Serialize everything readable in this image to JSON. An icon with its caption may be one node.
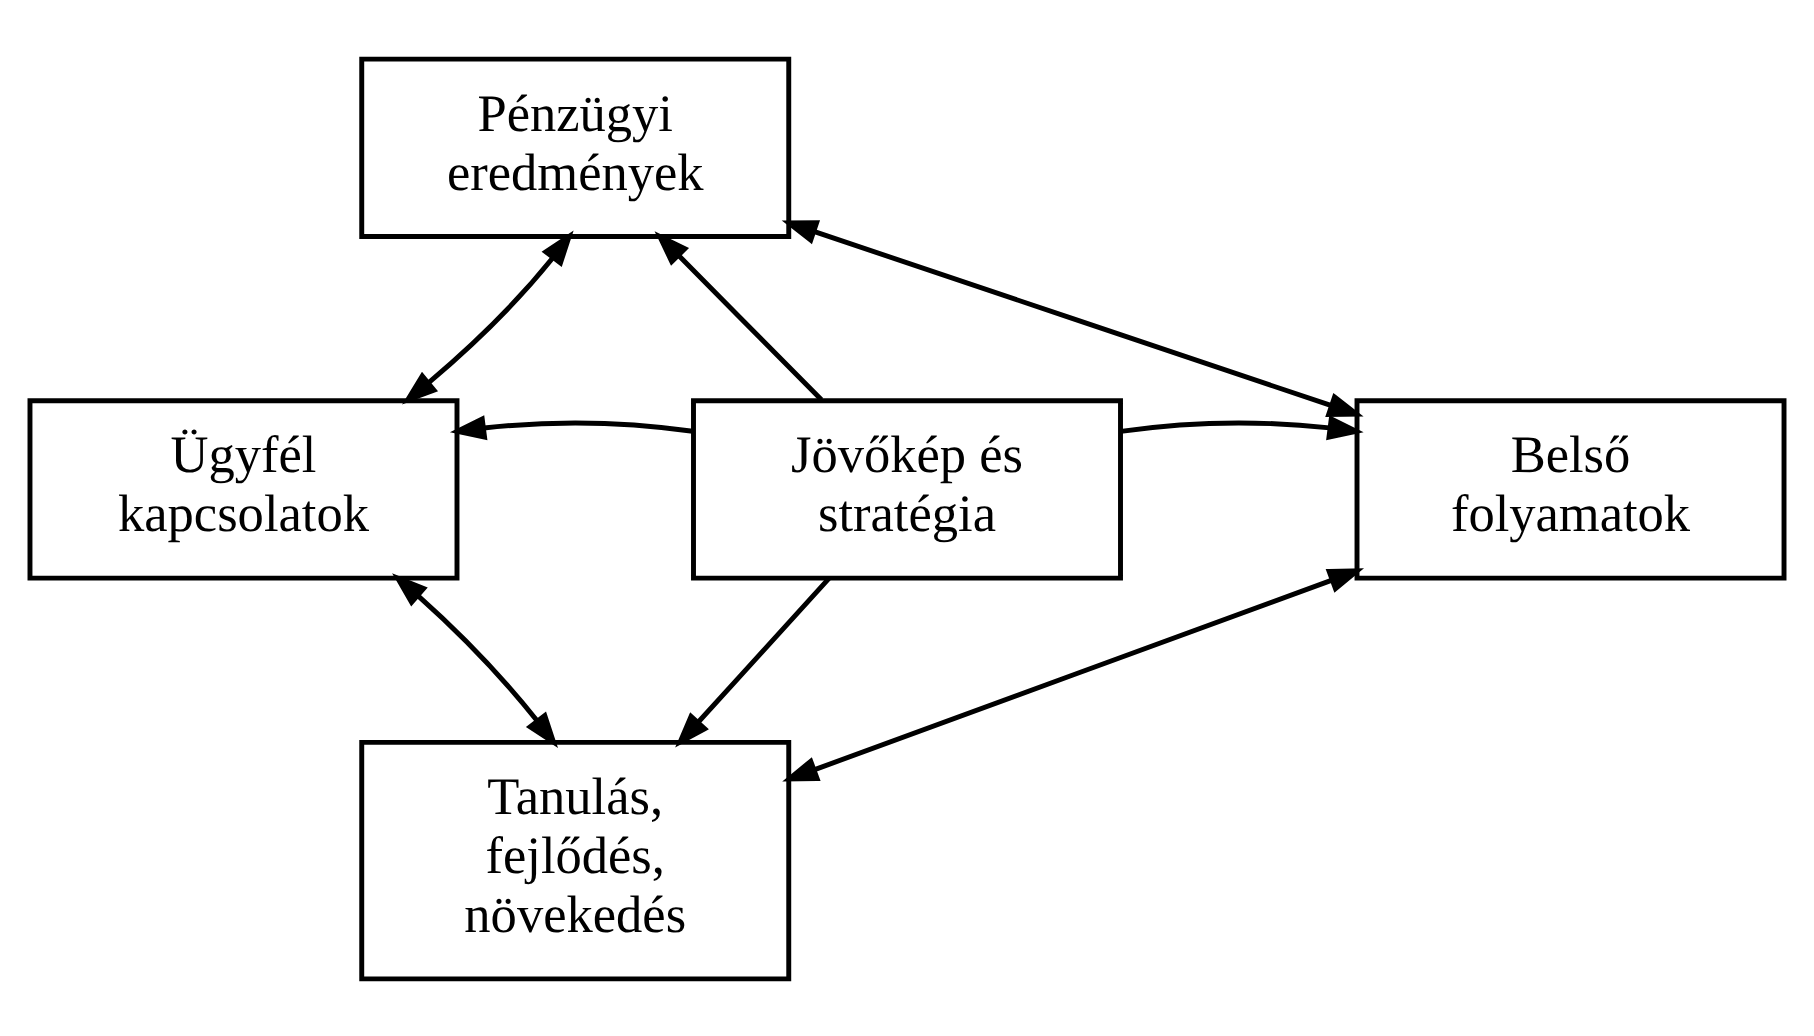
{
  "diagram": {
    "nodes": [
      {
        "text": [
          "Pénzügyi eredmények"
        ]
      },
      {
        "text": [
          "Ügyfél kapcsolatok"
        ]
      },
      {
        "text": [
          "Jövőkép és stratégia"
        ]
      },
      {
        "text": [
          "Belső folyamatok"
        ]
      },
      {
        "text": [
          "Tanulás, fejlődés, növekedés"
        ]
      }
    ],
    "edges": [
      {
        "from": 2,
        "to": 0,
        "arrow": "to"
      },
      {
        "from": 2,
        "to": 1,
        "arrow": "to"
      },
      {
        "from": 2,
        "to": 3,
        "arrow": "to"
      },
      {
        "from": 2,
        "to": 4,
        "arrow": "to"
      },
      {
        "from": 0,
        "to": 1,
        "arrow": "both"
      },
      {
        "from": 0,
        "to": 3,
        "arrow": "both"
      },
      {
        "from": 1,
        "to": 4,
        "arrow": "both"
      },
      {
        "from": 3,
        "to": 4,
        "arrow": "both"
      }
    ]
  }
}
